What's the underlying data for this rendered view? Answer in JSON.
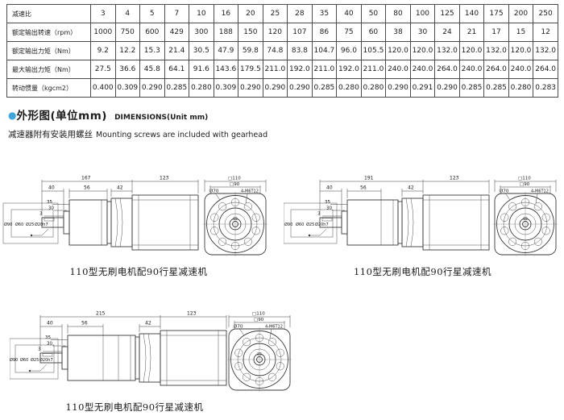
{
  "table": {
    "rows": [
      {
        "label": "减速比",
        "values": [
          "3",
          "4",
          "5",
          "7",
          "10",
          "16",
          "20",
          "25",
          "28",
          "35",
          "40",
          "50",
          "80",
          "100",
          "125",
          "140",
          "175",
          "200",
          "250"
        ]
      },
      {
        "label": "额定输出转速（rpm）",
        "values": [
          "1000",
          "750",
          "600",
          "429",
          "300",
          "188",
          "150",
          "120",
          "107",
          "86",
          "75",
          "60",
          "38",
          "30",
          "24",
          "21",
          "17",
          "15",
          "12"
        ]
      },
      {
        "label": "额定输出力矩（Nm）",
        "values": [
          "9.2",
          "12.2",
          "15.3",
          "21.4",
          "30.5",
          "47.9",
          "59.8",
          "74.8",
          "83.8",
          "104.7",
          "96.0",
          "105.5",
          "120.0",
          "120.0",
          "132.0",
          "120.0",
          "132.0",
          "120.0",
          "132.0"
        ]
      },
      {
        "label": "最大输出力矩（Nm）",
        "values": [
          "27.5",
          "36.6",
          "45.8",
          "64.1",
          "91.6",
          "143.6",
          "179.5",
          "211.0",
          "192.0",
          "211.0",
          "192.0",
          "211.0",
          "240.0",
          "240.0",
          "264.0",
          "240.0",
          "264.0",
          "240.0",
          "264.0"
        ]
      },
      {
        "label": "转动惯量（kgcm2）",
        "values": [
          "0.400",
          "0.309",
          "0.290",
          "0.285",
          "0.280",
          "0.309",
          "0.290",
          "0.290",
          "0.290",
          "0.285",
          "0.280",
          "0.280",
          "0.290",
          "0.291",
          "0.290",
          "0.285",
          "0.285",
          "0.280",
          "0.283"
        ]
      }
    ]
  },
  "section_header": {
    "bullet": "●",
    "bullet_color": "#3fa5dc",
    "title_zh": "外形图(单位mm)",
    "title_en": "DIMENSIONS(Unit mm)",
    "note_zh": "减速器附有安装用螺丝",
    "note_en": "Mounting screws are included with gearhead"
  },
  "drawings": [
    {
      "caption": "110型无刷电机配90行星减速机",
      "dims": {
        "total": "167",
        "motor": "123",
        "shaft": "40",
        "gearhead": "56",
        "adapter": "42",
        "s35": "35",
        "s30": "30",
        "s3": "3"
      },
      "shaft_labels": {
        "d1": "Ø90",
        "d2": "Ø60",
        "d3": "Ø25",
        "d4": "Ø20h7"
      },
      "front": {
        "square": "□110",
        "inner_square": "□90",
        "pilot": "Ø70",
        "holes": "4-M6T12"
      }
    },
    {
      "caption": "110型无刷电机配90行星减速机",
      "dims": {
        "total": "191",
        "motor": "123",
        "shaft": "40",
        "gearhead": "56",
        "adapter": "42",
        "s35": "35",
        "s30": "30",
        "s3": "3"
      },
      "shaft_labels": {
        "d1": "Ø90",
        "d2": "Ø60",
        "d3": "Ø25",
        "d4": "Ø20h7"
      },
      "front": {
        "square": "□110",
        "inner_square": "□90",
        "pilot": "Ø70",
        "holes": "4-M6T12"
      }
    },
    {
      "caption": "110型无刷电机配90行星减速机",
      "dims": {
        "total": "215",
        "motor": "123",
        "shaft": "40",
        "gearhead": "56",
        "adapter": "42",
        "s35": "35",
        "s30": "30",
        "s3": "3"
      },
      "shaft_labels": {
        "d1": "Ø90",
        "d2": "Ø60",
        "d3": "Ø25",
        "d4": "Ø20h7"
      },
      "front": {
        "square": "□110",
        "inner_square": "□90",
        "pilot": "Ø70",
        "holes": "4-M6T12"
      }
    }
  ]
}
